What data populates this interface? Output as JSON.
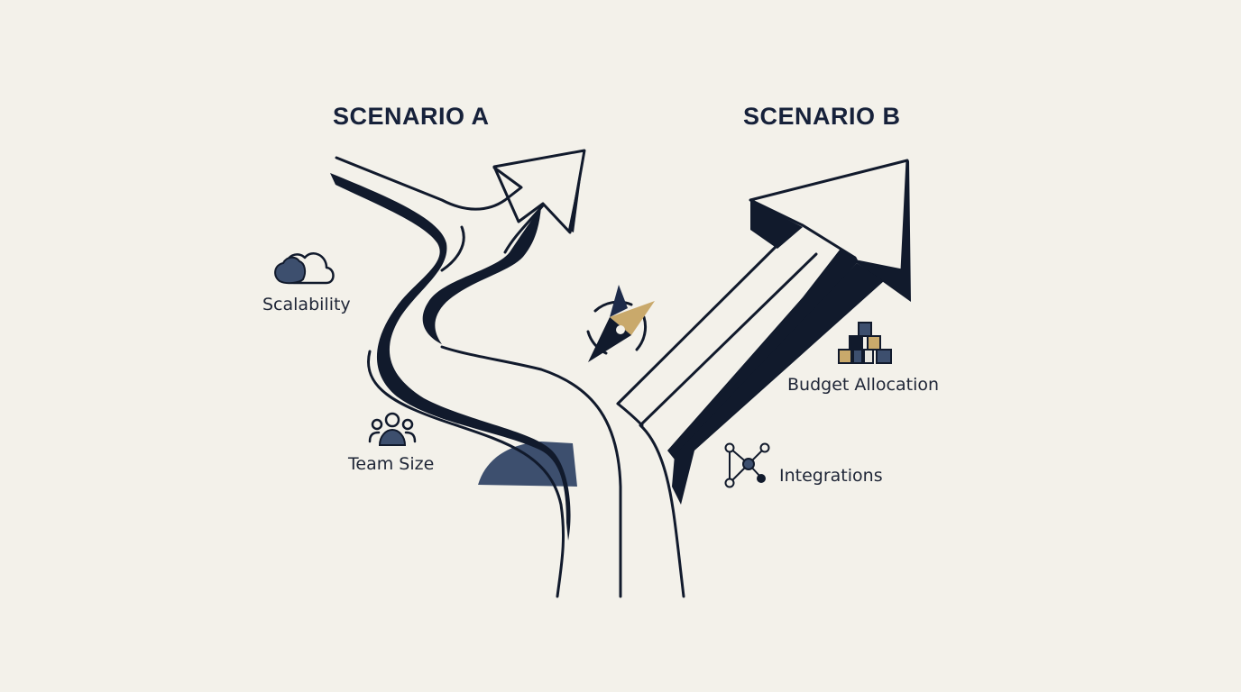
{
  "scenarios": {
    "a": {
      "title": "SCENARIO A"
    },
    "b": {
      "title": "SCENARIO B"
    }
  },
  "factors": {
    "scalability": {
      "label": "Scalability",
      "icon": "cloud-icon"
    },
    "team_size": {
      "label": "Team Size",
      "icon": "team-icon"
    },
    "budget_allocation": {
      "label": "Budget Allocation",
      "icon": "stacked-blocks-icon"
    },
    "integrations": {
      "label": "Integrations",
      "icon": "network-nodes-icon"
    }
  },
  "center_icon": "compass-icon",
  "colors": {
    "background": "#f3f1ea",
    "ink": "#111a2c",
    "navy": "#3d4f6e",
    "gold": "#c9a96b"
  }
}
